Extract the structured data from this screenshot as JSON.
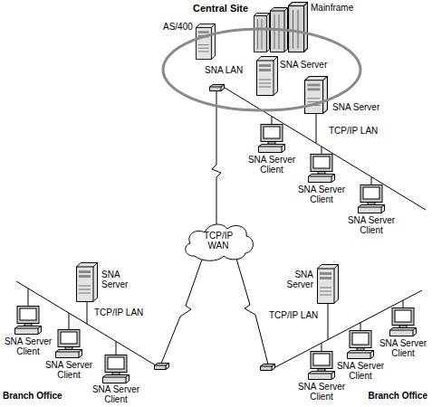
{
  "diagram": {
    "nodes": [
      {
        "text": [
          "Central Site"
        ]
      },
      {
        "text": [
          "TCP/IP WAN"
        ]
      }
    ],
    "edges": [
      {
        "from": 0,
        "to": 1,
        "arrow": "none"
      }
    ],
    "labels": [
      "Mainframe",
      "AS/400",
      "SNA LAN",
      "SNA Server",
      "SNA Server",
      "TCP/IP LAN",
      "SNA Server Client",
      "SNA Server Client",
      "SNA Server Client",
      "SNA Server",
      "TCP/IP LAN",
      "SNA Server Client",
      "SNA Server Client",
      "SNA Server Client",
      "Branch Office",
      "SNA Server",
      "TCP/IP LAN",
      "SNA Server Client",
      "SNA Server Client",
      "SNA Server Client",
      "Branch Office"
    ]
  }
}
